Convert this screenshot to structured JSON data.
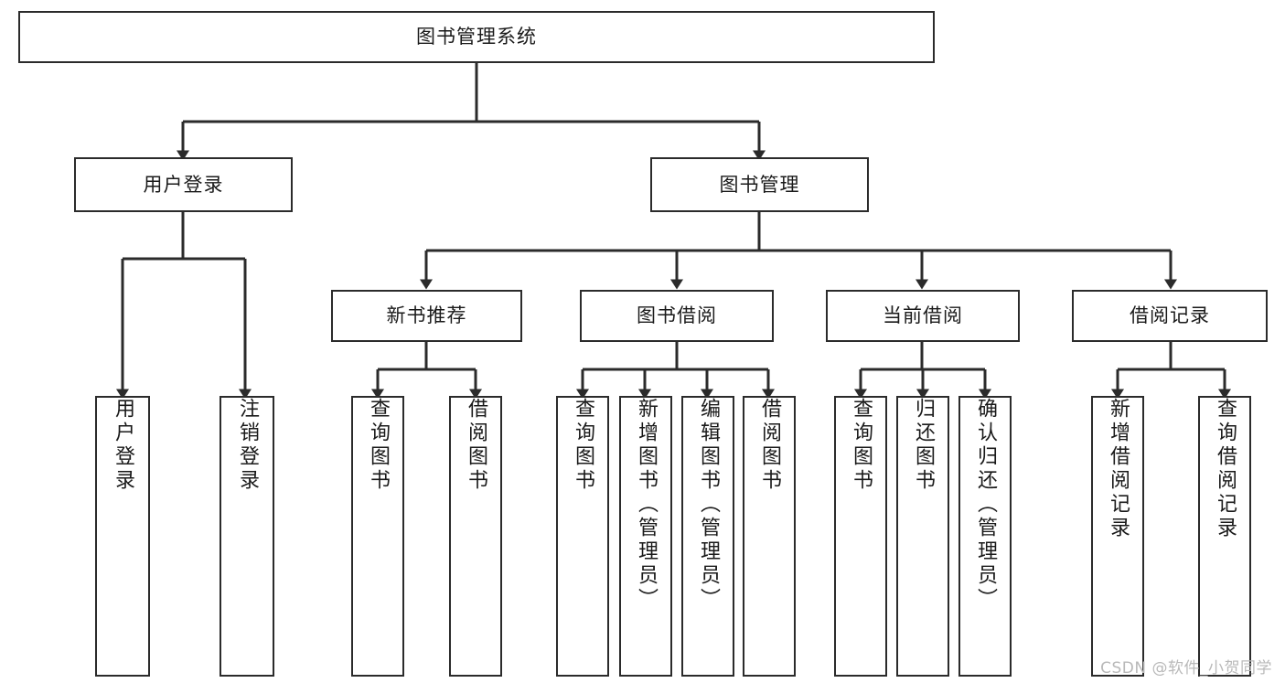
{
  "diagram": {
    "title": "图书管理系统",
    "type": "tree-hierarchy-functional-decomposition",
    "watermark": "CSDN @软件_小贺同学",
    "colors": {
      "stroke": "#2b2b2b",
      "fill": "#ffffff",
      "text": "#1a1a1a",
      "watermark": "#b9b9b9"
    },
    "nodes": {
      "root": {
        "label": "图书管理系统"
      },
      "level2": [
        {
          "id": "user-login",
          "label": "用户登录"
        },
        {
          "id": "book-management",
          "label": "图书管理"
        }
      ],
      "level3": [
        {
          "id": "new-book-recommend",
          "label": "新书推荐"
        },
        {
          "id": "book-borrow",
          "label": "图书借阅"
        },
        {
          "id": "current-borrow",
          "label": "当前借阅"
        },
        {
          "id": "borrow-record",
          "label": "借阅记录"
        }
      ],
      "leaves": {
        "user-login": [
          {
            "id": "leaf-user-login",
            "label": "用户登录"
          },
          {
            "id": "leaf-user-logout",
            "label": "注销登录"
          }
        ],
        "new-book-recommend": [
          {
            "id": "leaf-query-book-1",
            "label": "查询图书"
          },
          {
            "id": "leaf-borrow-book-1",
            "label": "借阅图书"
          }
        ],
        "book-borrow": [
          {
            "id": "leaf-query-book-2",
            "label": "查询图书"
          },
          {
            "id": "leaf-add-book",
            "label": "新增图书（管理员）"
          },
          {
            "id": "leaf-edit-book",
            "label": "编辑图书（管理员）"
          },
          {
            "id": "leaf-borrow-book-2",
            "label": "借阅图书"
          }
        ],
        "current-borrow": [
          {
            "id": "leaf-query-book-3",
            "label": "查询图书"
          },
          {
            "id": "leaf-return-book",
            "label": "归还图书"
          },
          {
            "id": "leaf-confirm-return",
            "label": "确认归还（管理员）"
          }
        ],
        "borrow-record": [
          {
            "id": "leaf-add-record",
            "label": "新增借阅记录"
          },
          {
            "id": "leaf-query-record",
            "label": "查询借阅记录"
          }
        ]
      }
    }
  }
}
